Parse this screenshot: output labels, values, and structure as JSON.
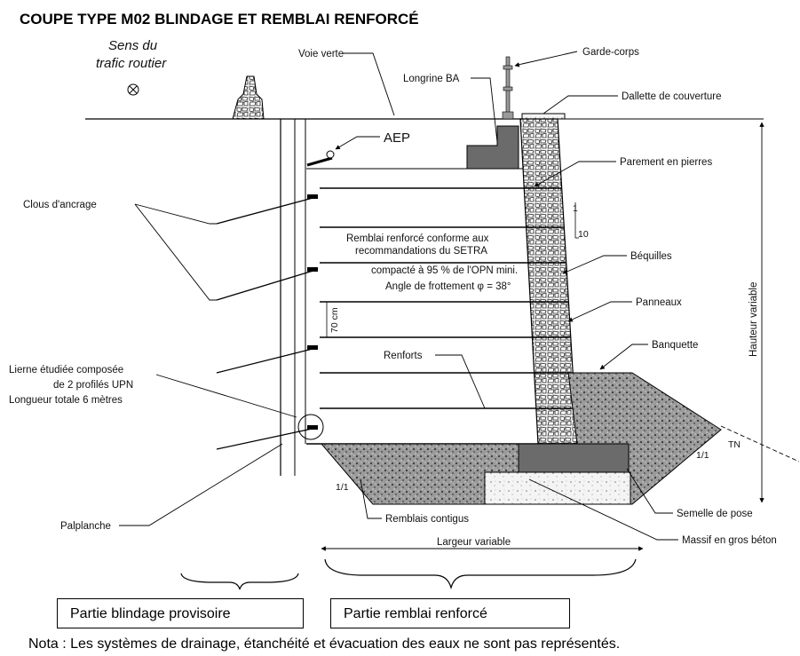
{
  "title": "COUPE TYPE M02 BLINDAGE ET REMBLAI RENFORCÉ",
  "traffic": {
    "line1": "Sens du",
    "line2": "trafic routier"
  },
  "labels": {
    "voie_verte": "Voie verte",
    "garde_corps": "Garde-corps",
    "longrine": "Longrine BA",
    "dallette": "Dallette de couverture",
    "aep": "AEP",
    "parement": "Parement en pierres",
    "clous": "Clous d'ancrage",
    "remblai_line1": "Remblai renforcé conforme aux",
    "remblai_line2": "recommandations du SETRA",
    "compacte": "compacté à 95 % de l'OPN mini.",
    "angle": "Angle de frottement φ = 38°",
    "slope_1": "1",
    "slope_10": "10",
    "bequilles": "Béquilles",
    "panneaux": "Panneaux",
    "dim_70cm": "70 cm",
    "banquette": "Banquette",
    "hauteur": "Hauteur variable",
    "renforts": "Renforts",
    "lierne_line1": "Lierne étudiée composée",
    "lierne_line2": "de 2 profilés UPN",
    "lierne_line3": "Longueur totale 6 mètres",
    "tn": "TN",
    "slope_right": "1/1",
    "slope_left": "1/1",
    "palplanche": "Palplanche",
    "remblais_contigus": "Remblais contigus",
    "semelle": "Semelle de pose",
    "largeur": "Largeur variable",
    "massif": "Massif en gros béton"
  },
  "parts": {
    "blindage": "Partie blindage provisoire",
    "remblai": "Partie remblai renforcé"
  },
  "nota": "Nota : Les systèmes de drainage, étanchéité et évacuation des eaux ne sont pas représentés."
}
